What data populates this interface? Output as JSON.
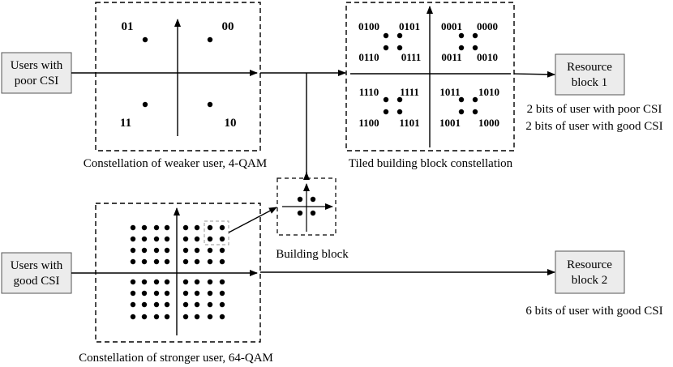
{
  "inputs": {
    "poor_line1": "Users with",
    "poor_line2": "poor CSI",
    "good_line1": "Users with",
    "good_line2": "good CSI"
  },
  "outputs": {
    "rb1_line1": "Resource",
    "rb1_line2": "block 1",
    "rb2_line1": "Resource",
    "rb2_line2": "block 2"
  },
  "captions": {
    "weaker": "Constellation of weaker user, 4-QAM",
    "tiled": "Tiled building block constellation",
    "building": "Building block",
    "stronger": "Constellation of stronger user, 64-QAM"
  },
  "notes": {
    "rb1_poor": "2 bits of user with poor CSI",
    "rb1_good": "2 bits of user with good CSI",
    "rb2_good": "6 bits of user with good CSI"
  },
  "qam4_labels": [
    "01",
    "00",
    "11",
    "10"
  ],
  "tiled_labels": [
    "0100",
    "0101",
    "0001",
    "0000",
    "0110",
    "0111",
    "0011",
    "0010",
    "1110",
    "1111",
    "1011",
    "1010",
    "1100",
    "1101",
    "1001",
    "1000"
  ]
}
